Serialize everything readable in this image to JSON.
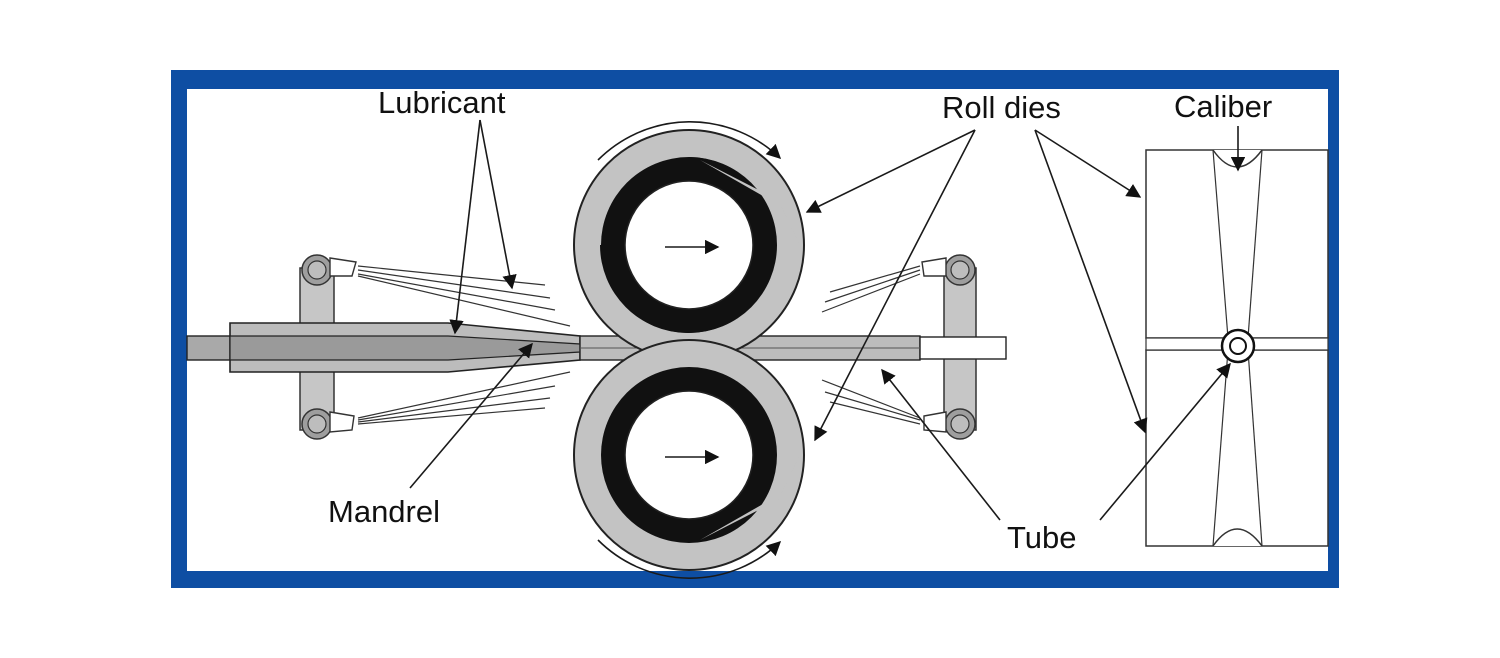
{
  "diagram": {
    "labels": {
      "lubricant": "Lubricant",
      "roll_dies": "Roll dies",
      "caliber": "Caliber",
      "mandrel": "Mandrel",
      "tube": "Tube"
    },
    "colors": {
      "frame": "#0e4ea3",
      "roll_outer": "#bdbdbd",
      "roll_core": "#111111",
      "tube_fill": "#b9b9b9"
    }
  }
}
